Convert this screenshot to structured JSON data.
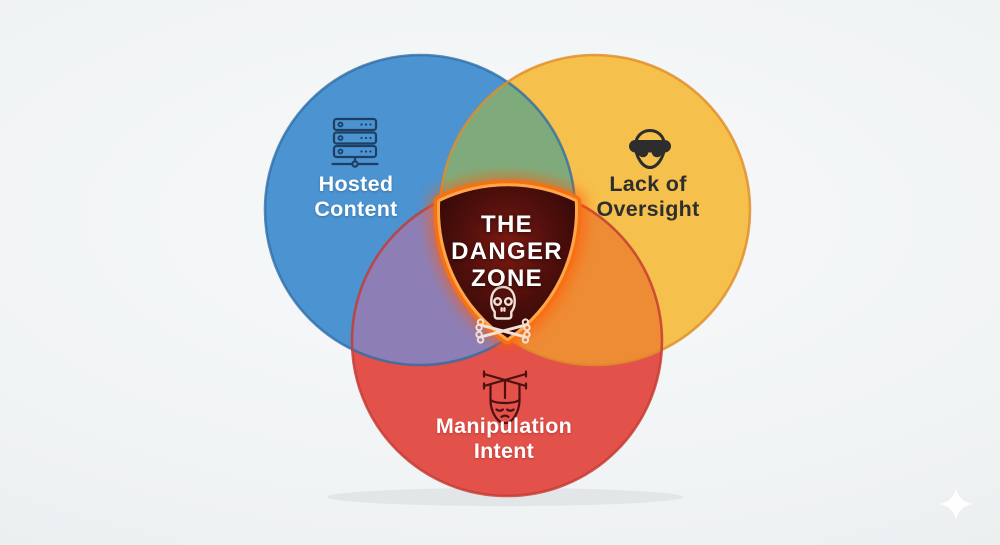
{
  "diagram": {
    "type": "venn-3-circle-infographic",
    "background_color": "#f0f3f4",
    "center": {
      "title": "THE\nDANGER\nZONE",
      "icon": "skull-crossbones-icon",
      "fill_color": "#54100c",
      "glow_color": "#f67110"
    },
    "regions": {
      "hosted": {
        "label": "Hosted\nContent",
        "color": "#4b93d1",
        "rim_color": "#2d6da6",
        "text_color": "#ffffff",
        "icon": "server-stack-icon"
      },
      "oversight": {
        "label": "Lack of\nOversight",
        "color": "#f6c04c",
        "rim_color": "#e08c28",
        "text_color": "#2e2e2e",
        "icon": "blindfold-icon"
      },
      "manipulation": {
        "label": "Manipulation\nIntent",
        "color": "#e2514a",
        "rim_color": "#c43a31",
        "text_color": "#ffffff",
        "icon": "marionette-icon"
      }
    },
    "overlaps": {
      "hosted_oversight": {
        "color": "#7fab7c"
      },
      "hosted_manipulation": {
        "color": "#8d7fb5"
      },
      "oversight_manipulation": {
        "color": "#ee8c35"
      }
    },
    "watermark": {
      "icon": "sparkle-icon",
      "color": "#ffffff"
    }
  }
}
